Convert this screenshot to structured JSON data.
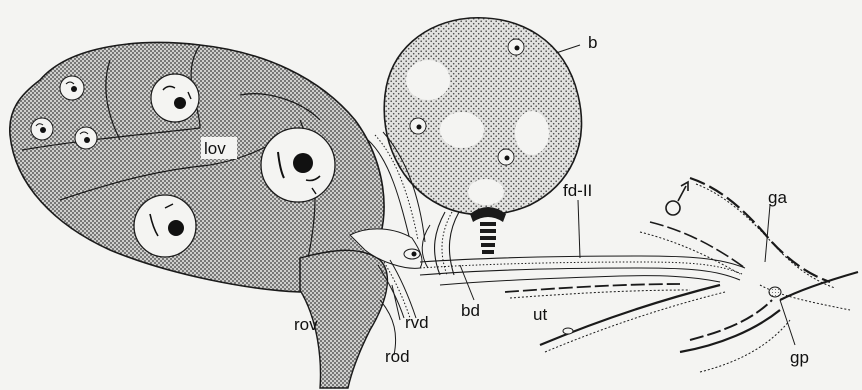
{
  "labels": {
    "lov": "lov",
    "b": "b",
    "fd_II": "fd-II",
    "ga": "ga",
    "ut": "ut",
    "gp": "gp",
    "rov": "rov",
    "rod": "rod",
    "rvd": "rvd",
    "bd": "bd"
  },
  "symbols": {
    "male": "♂"
  },
  "colors": {
    "background": "#f4f4f2",
    "outline": "#1a1a1a",
    "stipple_dot": "#3a3a3a",
    "stipple_fill": "#bdbdbd"
  }
}
